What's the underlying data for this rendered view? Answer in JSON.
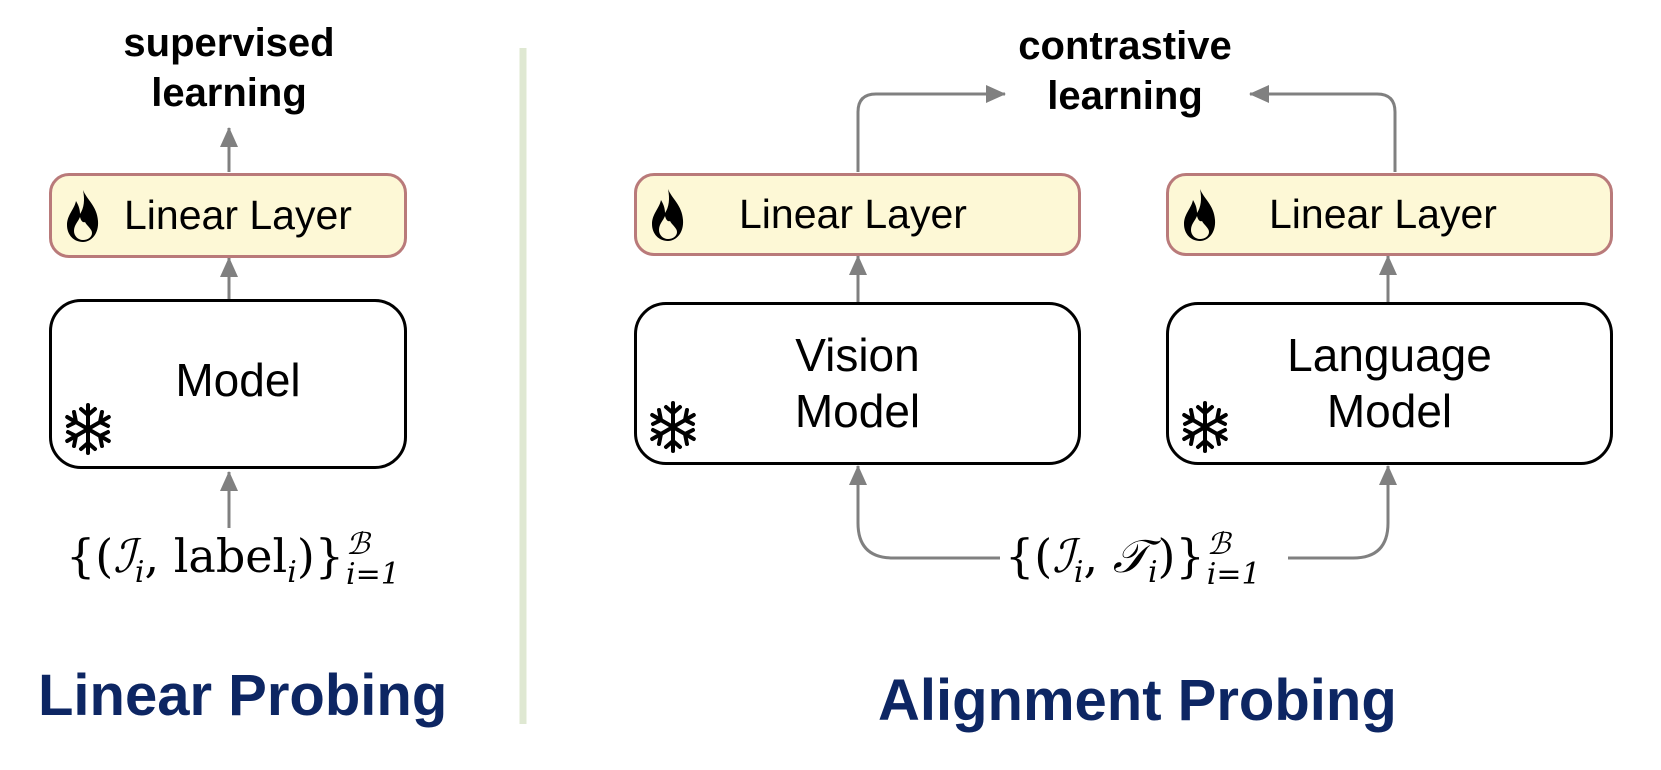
{
  "linear_probing": {
    "objective": [
      "supervised",
      "learning"
    ],
    "linear_layer": "Linear Layer",
    "model": "Model",
    "input": {
      "brace_open": "{(",
      "symbol": "ℐ",
      "index": "i",
      "separator": ", ",
      "word": "label",
      "close": ")}",
      "upper": "ℬ",
      "lower": "i=1"
    },
    "title": "Linear Probing"
  },
  "alignment_probing": {
    "objective": [
      "contrastive",
      "learning"
    ],
    "vision_branch": {
      "linear_layer": "Linear Layer",
      "model": [
        "Vision",
        "Model"
      ]
    },
    "language_branch": {
      "linear_layer": "Linear Layer",
      "model": [
        "Language",
        "Model"
      ]
    },
    "input": {
      "brace_open": "{(",
      "symbol_a": "ℐ",
      "symbol_b": "𝒯",
      "index": "i",
      "separator": ", ",
      "close": ")}",
      "upper": "ℬ",
      "lower": "i=1"
    },
    "title": "Alignment Probing"
  },
  "icons": {
    "trainable": "flame-icon",
    "frozen": "snowflake-icon"
  },
  "colors": {
    "linear_fill": "#fdf8d6",
    "linear_border": "#b97a7a",
    "arrow": "#808080",
    "divider": "#dfe8d2",
    "title": "#0d2663"
  }
}
